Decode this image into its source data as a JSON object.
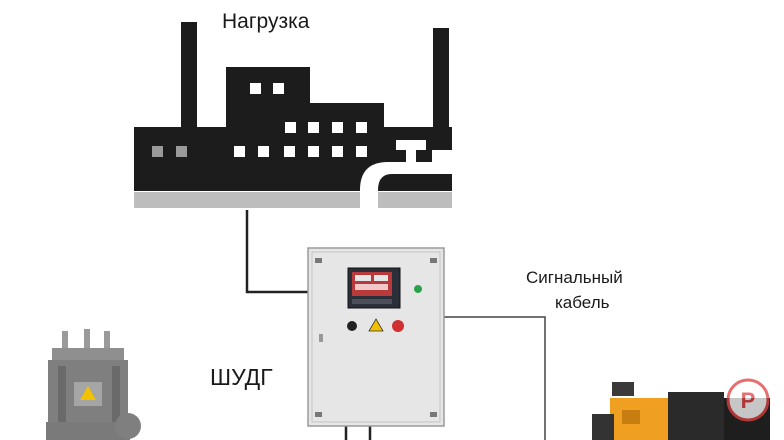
{
  "labels": {
    "load": "Нагрузка",
    "shudg": "ШУДГ",
    "signal_cable_line1": "Сигнальный",
    "signal_cable_line2": "кабель"
  },
  "icons": {
    "factory": "factory-icon",
    "control_cabinet": "control-cabinet-icon",
    "transformer": "transformer-icon",
    "generator": "diesel-generator-icon",
    "watermark": "watermark-logo-icon"
  },
  "colors": {
    "factory_fill": "#1c1c1c",
    "factory_base": "#bdbdbd",
    "cabinet_body": "#e6e6e6",
    "wire": "#222222",
    "generator_accent": "#f0a020",
    "watermark": "#e04040"
  }
}
